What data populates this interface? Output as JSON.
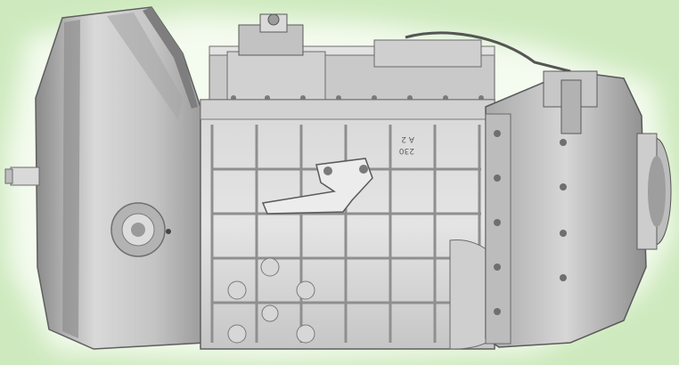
{
  "image": {
    "subject": "gearbox",
    "background_color": "#cde9bd",
    "metal_light": "#e2e2e2",
    "metal_mid": "#bdbdbd",
    "metal_dark": "#6d6d6d",
    "cast_marks": [
      "A 2",
      "230"
    ]
  }
}
